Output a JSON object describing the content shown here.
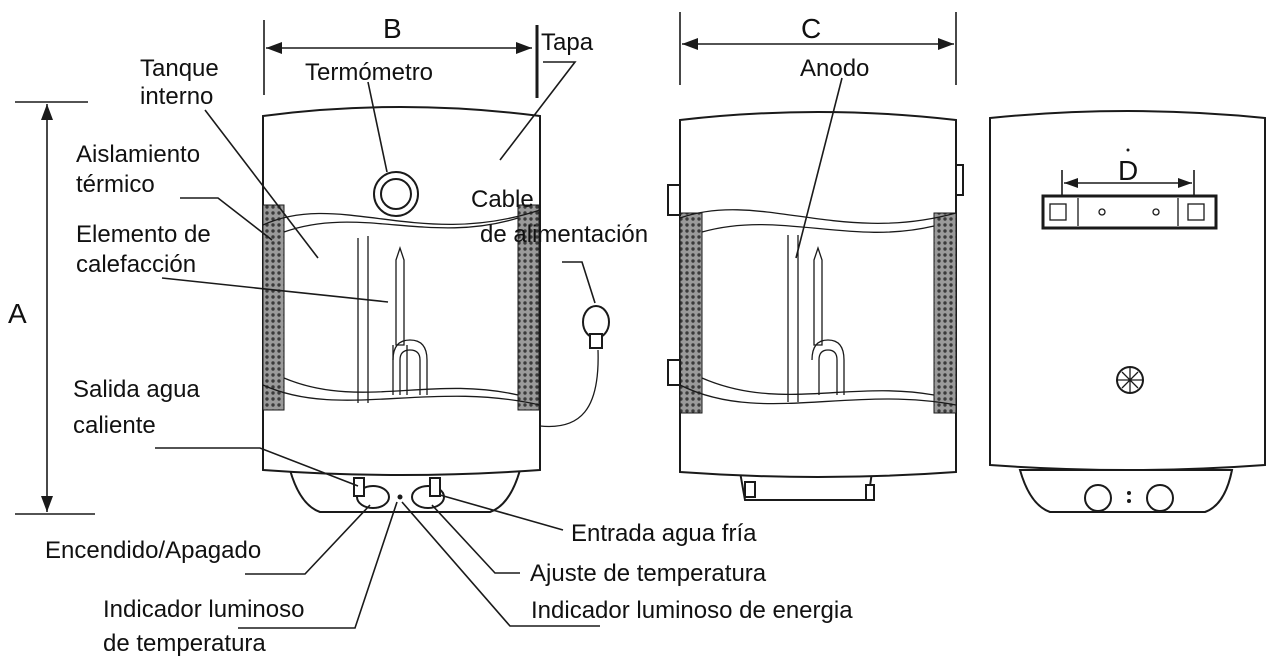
{
  "dimensions": {
    "a": "A",
    "b": "B",
    "c": "C",
    "d": "D"
  },
  "labels": {
    "tapa": "Tapa",
    "tanque_1": "Tanque",
    "tanque_2": "interno",
    "termometro": "Termómetro",
    "anodo": "Anodo",
    "aislamiento_1": "Aislamiento",
    "aislamiento_2": "térmico",
    "cable_1": "Cable",
    "cable_2": "de alimentación",
    "elemento_1": "Elemento de",
    "elemento_2": "calefacción",
    "salida_1": "Salida agua",
    "salida_2": "caliente",
    "entrada": "Entrada agua fría",
    "encendido": "Encendido/Apagado",
    "ajuste": "Ajuste de temperatura",
    "indicador_temp_1": "Indicador luminoso",
    "indicador_temp_2": "de temperatura",
    "indicador_energia": "Indicador luminoso de energia"
  }
}
